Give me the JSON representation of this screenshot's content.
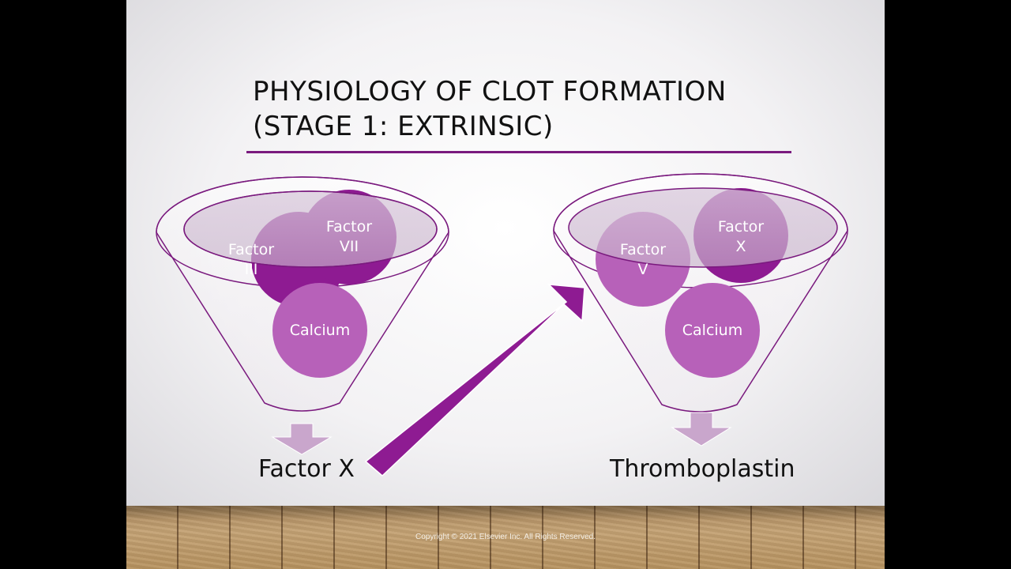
{
  "title": {
    "line1": "PHYSIOLOGY OF CLOT FORMATION",
    "line2": "(STAGE 1: EXTRINSIC)"
  },
  "funnels": [
    {
      "circles": [
        {
          "line1": "Factor",
          "line2": "III"
        },
        {
          "line1": "Factor",
          "line2": "VII"
        },
        {
          "line1": "Calcium",
          "line2": ""
        }
      ],
      "result": "Factor X"
    },
    {
      "circles": [
        {
          "line1": "Factor",
          "line2": "V"
        },
        {
          "line1": "Factor",
          "line2": "X"
        },
        {
          "line1": "Calcium",
          "line2": ""
        }
      ],
      "result": "Thromboplastin"
    }
  ],
  "copyright": "Copyright © 2021 Elsevier Inc. All Rights Reserved.",
  "colors": {
    "accent": "#7a1a7e",
    "circle_dark": "#8e1b92",
    "circle_light": "#b761b9",
    "arrow_down": "#c9a6cc"
  }
}
